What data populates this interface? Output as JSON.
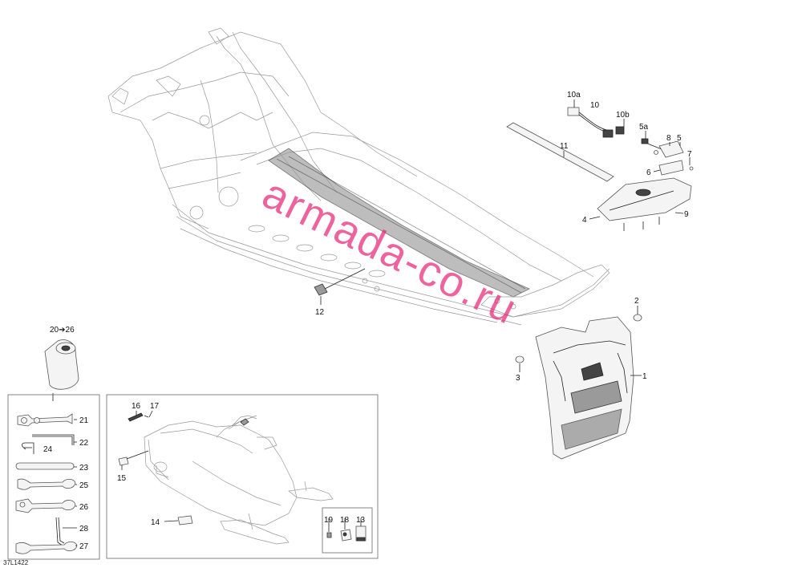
{
  "diagram": {
    "drawing_code": "37L1422",
    "watermark": "armada-co.ru",
    "callouts": {
      "c10a": "10a",
      "c10": "10",
      "c10b": "10b",
      "c5a": "5a",
      "c8": "8",
      "c5": "5",
      "c11": "11",
      "c7": "7",
      "c6": "6",
      "c4": "4",
      "c9": "9",
      "c2": "2",
      "c1": "1",
      "c3": "3",
      "c12": "12",
      "c20_26": "20➔26",
      "c16": "16",
      "c17": "17",
      "c15": "15",
      "c14": "14",
      "c19": "19",
      "c18": "18",
      "c13": "13",
      "c21": "21",
      "c22": "22",
      "c24": "24",
      "c23": "23",
      "c25": "25",
      "c26": "26",
      "c28": "28",
      "c27": "27"
    }
  }
}
